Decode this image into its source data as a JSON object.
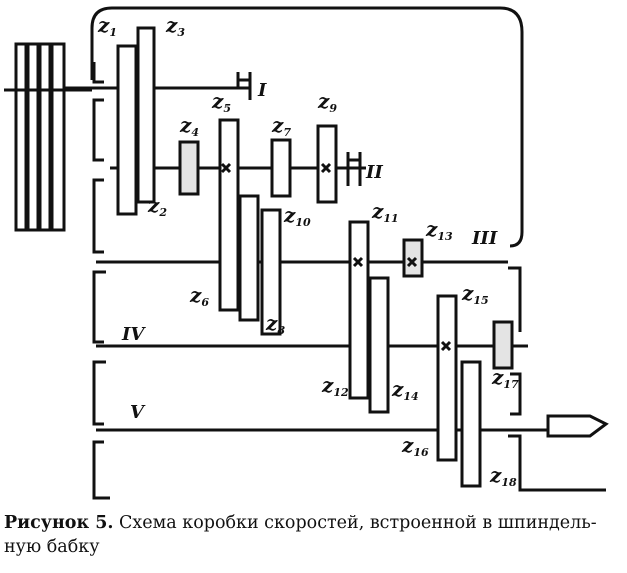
{
  "diagram": {
    "gear_labels": [
      {
        "id": "z1",
        "letter": "z",
        "sub": "1"
      },
      {
        "id": "z2",
        "letter": "z",
        "sub": "2"
      },
      {
        "id": "z3",
        "letter": "z",
        "sub": "3"
      },
      {
        "id": "z4",
        "letter": "z",
        "sub": "4"
      },
      {
        "id": "z5",
        "letter": "z",
        "sub": "5"
      },
      {
        "id": "z6",
        "letter": "z",
        "sub": "6"
      },
      {
        "id": "z7",
        "letter": "z",
        "sub": "7"
      },
      {
        "id": "z8",
        "letter": "z",
        "sub": "8"
      },
      {
        "id": "z9",
        "letter": "z",
        "sub": "9"
      },
      {
        "id": "z10",
        "letter": "z",
        "sub": "10"
      },
      {
        "id": "z11",
        "letter": "z",
        "sub": "11"
      },
      {
        "id": "z12",
        "letter": "z",
        "sub": "12"
      },
      {
        "id": "z13",
        "letter": "z",
        "sub": "13"
      },
      {
        "id": "z14",
        "letter": "z",
        "sub": "14"
      },
      {
        "id": "z15",
        "letter": "z",
        "sub": "15"
      },
      {
        "id": "z16",
        "letter": "z",
        "sub": "16"
      },
      {
        "id": "z17",
        "letter": "z",
        "sub": "17"
      },
      {
        "id": "z18",
        "letter": "z",
        "sub": "18"
      }
    ],
    "shaft_labels": [
      {
        "id": "shaft-1",
        "text": "I"
      },
      {
        "id": "shaft-2",
        "text": "II"
      },
      {
        "id": "shaft-3",
        "text": "III"
      },
      {
        "id": "shaft-4",
        "text": "IV"
      },
      {
        "id": "shaft-5",
        "text": "V"
      }
    ]
  },
  "caption": {
    "prefix": "Рисунок 5.",
    "text": " Схема коробки скоростей, встроенной в шпиндель-ную бабку"
  }
}
